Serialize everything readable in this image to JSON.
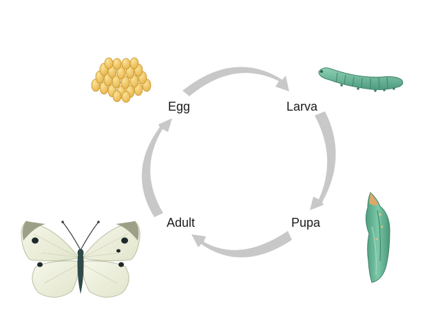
{
  "stages": {
    "egg": "Egg",
    "larva": "Larva",
    "pupa": "Pupa",
    "adult": "Adult"
  },
  "colors": {
    "arrow": "#c8c8c8",
    "egg": "#f0c45a",
    "larva": "#6cb89a",
    "pupa": "#5fb495",
    "wing": "#eef0dc",
    "wing_shadow": "#c9ccb0",
    "body": "#2f4a48",
    "spot": "#1f2a2a"
  },
  "icons": [
    "cycle-arrow-icon",
    "egg-cluster-icon",
    "caterpillar-icon",
    "chrysalis-icon",
    "butterfly-icon"
  ]
}
